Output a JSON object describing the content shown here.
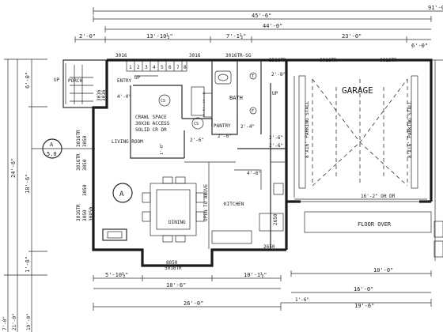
{
  "dims": {
    "top_total": "91'-0\"",
    "top_1": "45'-6\"",
    "top_2": "44'-0\"",
    "top_3": "2'-0\"",
    "top_4": "13'-10½\"",
    "top_5": "7'-1½\"",
    "top_6": "23'-0\"",
    "top_7": "6'-0\"",
    "left_1": "6'-0\"",
    "left_2": "24'-6\"",
    "left_3": "18'-6\"",
    "left_4": "1'-6\"",
    "left_5": "7'-0\"",
    "left_6": "21'-0\"",
    "left_7": "19'-0\"",
    "bottom_1": "5'-10½\"",
    "bottom_2": "10'-6\"",
    "bottom_3": "10'-1½\"",
    "bottom_4": "26'-0\"",
    "bottom_5": "10'-0\"",
    "bottom_6": "16'-0\"",
    "bottom_7": "19'-6\"",
    "bottom_8": "1'-6\"",
    "interior_1": "4'-0\"",
    "interior_2": "2'-6\"",
    "interior_3": "2'-6\"",
    "interior_4": "2'-4\"",
    "interior_5": "2'-8\"",
    "interior_6": "4'-6\"",
    "interior_7": "1'-0\"",
    "interior_8": "2'-6\"",
    "interior_9": "2'-6\""
  },
  "windows": {
    "w1": "3016",
    "w2": "3016",
    "w3": "3016TR-SG",
    "w4": "2516TR",
    "w5": "6016TR",
    "w6": "6016TR",
    "w7": "3016TR",
    "w8": "3050",
    "w9": "3016TR",
    "w10": "3050",
    "w11": "3050",
    "w12": "3016TR",
    "w13": "3050",
    "w14": "30X50",
    "w15": "8050",
    "w16": "5016TR",
    "w17": "2650",
    "w18": "2650",
    "porch_win_1": "3016",
    "porch_win_2": "3016"
  },
  "rooms": {
    "porch": "PORCH",
    "entry": "ENTRY",
    "up_left": "UP",
    "up_stair": "UP",
    "bath": "BATH",
    "up_right": "UP",
    "garage": "GARAGE",
    "stall_left": "8'X16' PARKING STALL",
    "stall_right": "8'X16' PARKING STALL",
    "crawl_1": "CRAWL SPACE",
    "crawl_2": "30X36 ACCESS",
    "crawl_3": "SOLID CR DR",
    "living": "LIVING ROOM",
    "pantry": "PANTRY",
    "open_above": "OPEN TO ABOVE",
    "kitchen": "KITCHEN",
    "dining": "DINING",
    "header": "16'-2\" OH DR",
    "floor_over": "FLOOR OVER"
  },
  "stairs": {
    "steps": [
      "1",
      "2",
      "3",
      "4",
      "5",
      "6",
      "7",
      "8"
    ],
    "landing": [
      "1",
      "2",
      "3",
      "4"
    ]
  },
  "markers": {
    "cs": "CS",
    "section_letter": "A",
    "section_sheet": "5.0",
    "plan_letter": "A",
    "t_mark": "T",
    "f_mark": "F"
  }
}
